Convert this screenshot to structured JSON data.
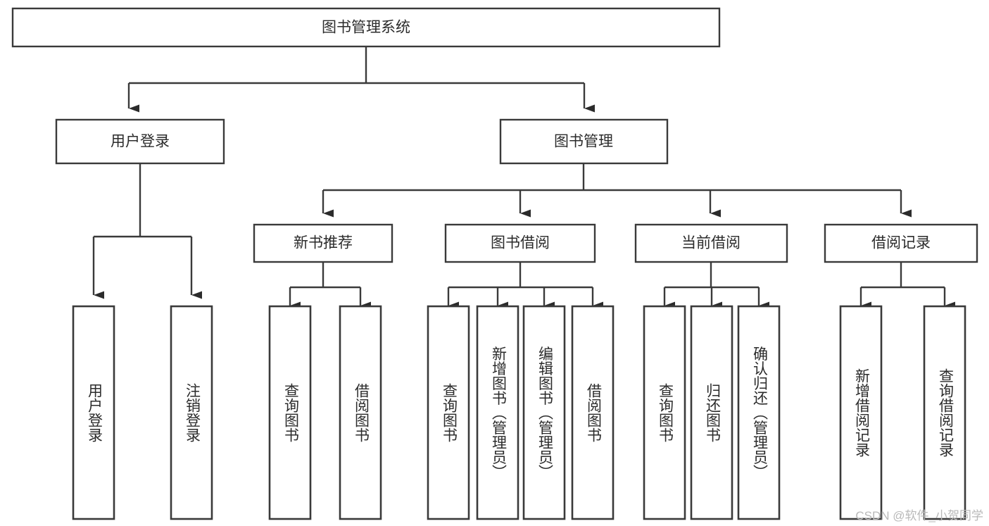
{
  "diagram": {
    "title": "图书管理系统",
    "type": "tree",
    "orientation": "top-down",
    "colors": {
      "box_stroke": "#3a3a3a",
      "box_fill": "#ffffff",
      "text": "#2b2b2b",
      "connector": "#3a3a3a",
      "background": "#ffffff",
      "watermark": "#b9b9b9"
    },
    "root": {
      "label": "图书管理系统",
      "name": "node-book-management-system"
    },
    "level2": [
      {
        "label": "用户登录",
        "name": "node-user-login",
        "children": [
          {
            "label": "用户登录",
            "name": "node-leaf-user-login"
          },
          {
            "label": "注销登录",
            "name": "node-leaf-logout-login"
          }
        ]
      },
      {
        "label": "图书管理",
        "name": "node-book-management",
        "children": [
          {
            "label": "新书推荐",
            "name": "node-new-book-recommend",
            "children": [
              {
                "label": "查询图书",
                "name": "node-leaf-query-book-1"
              },
              {
                "label": "借阅图书",
                "name": "node-leaf-borrow-book-1"
              }
            ]
          },
          {
            "label": "图书借阅",
            "name": "node-book-borrow",
            "children": [
              {
                "label": "查询图书",
                "name": "node-leaf-query-book-2"
              },
              {
                "label": "新增图书（管理员）",
                "name": "node-leaf-add-book-admin"
              },
              {
                "label": "编辑图书（管理员）",
                "name": "node-leaf-edit-book-admin"
              },
              {
                "label": "借阅图书",
                "name": "node-leaf-borrow-book-2"
              }
            ]
          },
          {
            "label": "当前借阅",
            "name": "node-current-borrow",
            "children": [
              {
                "label": "查询图书",
                "name": "node-leaf-query-book-3"
              },
              {
                "label": "归还图书",
                "name": "node-leaf-return-book"
              },
              {
                "label": "确认归还（管理员）",
                "name": "node-leaf-confirm-return-admin"
              }
            ]
          },
          {
            "label": "借阅记录",
            "name": "node-borrow-record",
            "children": [
              {
                "label": "新增借阅记录",
                "name": "node-leaf-add-borrow-record"
              },
              {
                "label": "查询借阅记录",
                "name": "node-leaf-query-borrow-record"
              }
            ]
          }
        ]
      }
    ],
    "watermark": "CSDN @软件_小贺同学"
  }
}
